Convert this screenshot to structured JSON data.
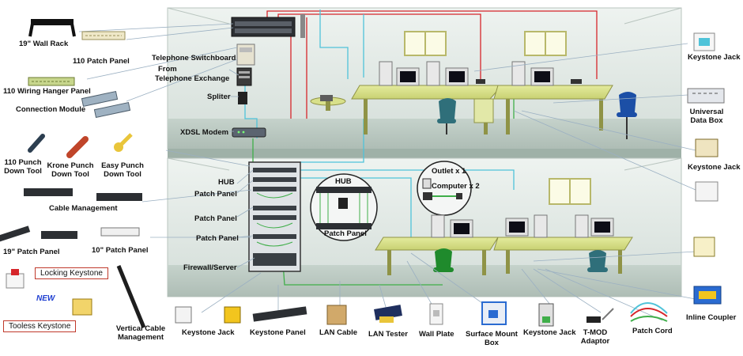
{
  "labels": {
    "wall_rack": "19\" Wall Rack",
    "patch_panel_110": "110 Patch Panel",
    "telephone_switchboard": "Telephone Switchboard",
    "from_telephone_exchange_1": "From",
    "from_telephone_exchange_2": "Telephone Exchange",
    "wiring_hanger_panel": "110 Wiring Hanger Panel",
    "connection_module": "Connection Module",
    "spliter": "Spliter",
    "xdsl_modem": "XDSL Modem",
    "punch_110_1": "110 Punch",
    "punch_110_2": "Down Tool",
    "krone_1": "Krone Punch",
    "krone_2": "Down Tool",
    "easy_1": "Easy Punch",
    "easy_2": "Down Tool",
    "hub": "HUB",
    "patch_panel_a": "Patch Panel",
    "patch_panel_b": "Patch Panel",
    "patch_panel_c": "Patch Panel",
    "cable_management": "Cable Management",
    "patch_panel_19": "19\" Patch Panel",
    "patch_panel_10": "10\" Patch Panel",
    "firewall_server": "Firewall/Server",
    "locking_keystone": "Locking Keystone",
    "new_tag": "NEW",
    "tooless_keystone": "Tooless Keystone",
    "vertical_cable_1": "Vertical Cable",
    "vertical_cable_2": "Management",
    "keystone_jack_bottom": "Keystone Jack",
    "keystone_panel": "Keystone Panel",
    "lan_cable": "LAN Cable",
    "lan_tester": "LAN Tester",
    "wall_plate": "Wall Plate",
    "surface_mount_1": "Surface Mount",
    "surface_mount_2": "Box",
    "keystone_jack_mid": "Keystone Jack",
    "tmod_1": "T-MOD",
    "tmod_2": "Adaptor",
    "patch_cord": "Patch Cord",
    "keystone_jack_right_top": "Keystone Jack",
    "universal_data_box_1": "Universal",
    "universal_data_box_2": "Data Box",
    "keystone_jack_right_mid": "Keystone Jack",
    "inline_coupler": "Inline Coupler",
    "callout_hub": "HUB",
    "callout_patch_panel": "Patch Panel",
    "outlet": "Outlet x 1",
    "computer": "Computer x 2"
  },
  "colors": {
    "cable_red": "#d6262b",
    "cable_cyan": "#4fc3d9",
    "cable_green": "#3fae49",
    "wall": "#dfe7e3",
    "floor": "#c9d6cf",
    "desk": "#d8e08a",
    "chair_teal": "#2f6f7a",
    "chair_blue": "#1c4fa6",
    "chair_green": "#1f8a2c",
    "rack": "#3a3f45"
  },
  "icons": [
    "wall-rack-icon",
    "patch-panel-icon",
    "switchboard-icon",
    "modem-icon",
    "computer-icon",
    "chair-icon",
    "rack-cabinet-icon",
    "keystone-jack-icon",
    "punch-tool-icon",
    "coupler-icon",
    "wall-plate-icon",
    "lan-tester-icon",
    "patch-cord-icon"
  ]
}
